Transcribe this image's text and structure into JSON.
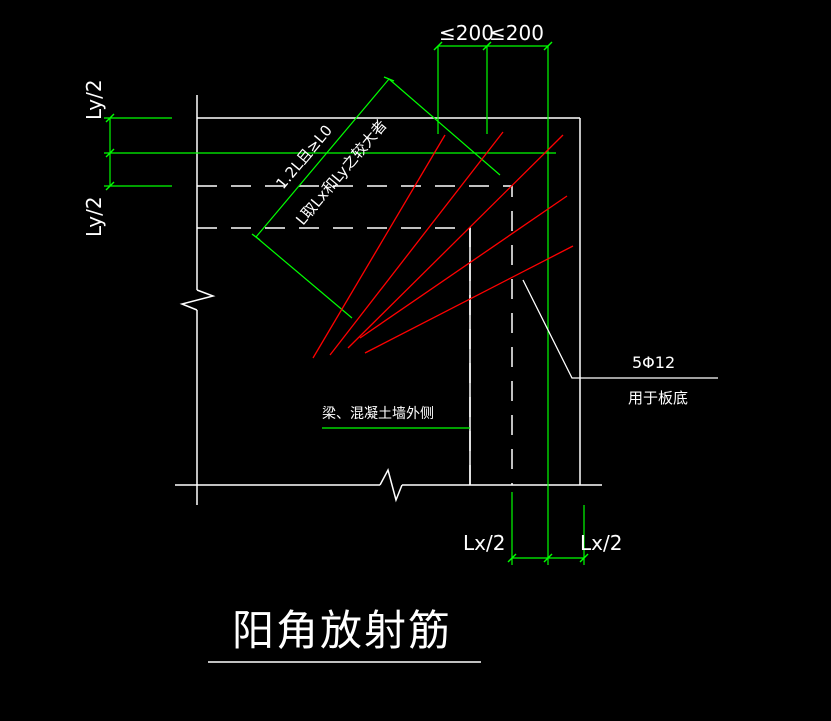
{
  "dimensions": {
    "top_spacing_1": "≤200",
    "top_spacing_2": "≤200",
    "left_top": "Ly/2",
    "left_bottom": "Ly/2",
    "bottom_left": "Lx/2",
    "bottom_right": "Lx/2"
  },
  "annotations": {
    "diagonal_line1": "1.2L且≥L0",
    "diagonal_line2": "L取Lx和Ly之较大者",
    "rebar_spec": "5Φ12",
    "rebar_note": "用于板底",
    "wall_note": "梁、混凝土墙外侧"
  },
  "title": "阳角放射筋",
  "colors": {
    "background": "#000000",
    "outline": "#ffffff",
    "dimension": "#00ff00",
    "rebar": "#ff0000"
  }
}
